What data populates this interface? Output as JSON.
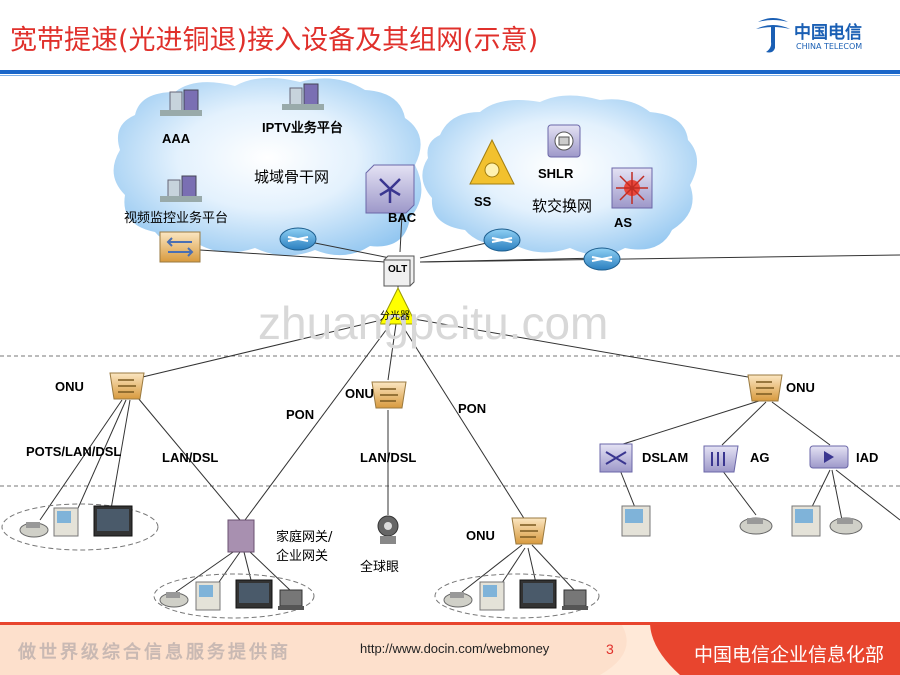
{
  "title": "宽带提速(光进铜退)接入设备及其组网(示意)",
  "logo": {
    "cn": "中国电信",
    "en": "CHINA TELECOM"
  },
  "watermark": "zhuangpeitu.com",
  "labels": {
    "aaa": "AAA",
    "iptv": "IPTV业务平台",
    "metro": "城域骨干网",
    "video": "视频监控业务平台",
    "bac": "BAC",
    "shlr": "SHLR",
    "ss": "SS",
    "softswitch": "软交换网",
    "as": "AS",
    "olt": "OLT",
    "splitter": "分光器",
    "onu_left": "ONU",
    "onu_mid": "ONU",
    "onu_right": "ONU",
    "onu_bottom": "ONU",
    "pon_left": "PON",
    "pon_right": "PON",
    "pots": "POTS/LAN/DSL",
    "lan_dsl_left": "LAN/DSL",
    "lan_dsl_mid": "LAN/DSL",
    "dslam": "DSLAM",
    "ag": "AG",
    "iad": "IAD",
    "home_gw_1": "家庭网关/",
    "home_gw_2": "企业网关",
    "camera": "全球眼"
  },
  "footer": {
    "slogan": "做世界级综合信息服务提供商",
    "url": "http://www.docin.com/webmoney",
    "page": "3",
    "org": "中国电信企业信息化部"
  },
  "colors": {
    "title": "#e0302b",
    "accent": "#1a66c9",
    "cloud": "#a9d2f5"
  }
}
